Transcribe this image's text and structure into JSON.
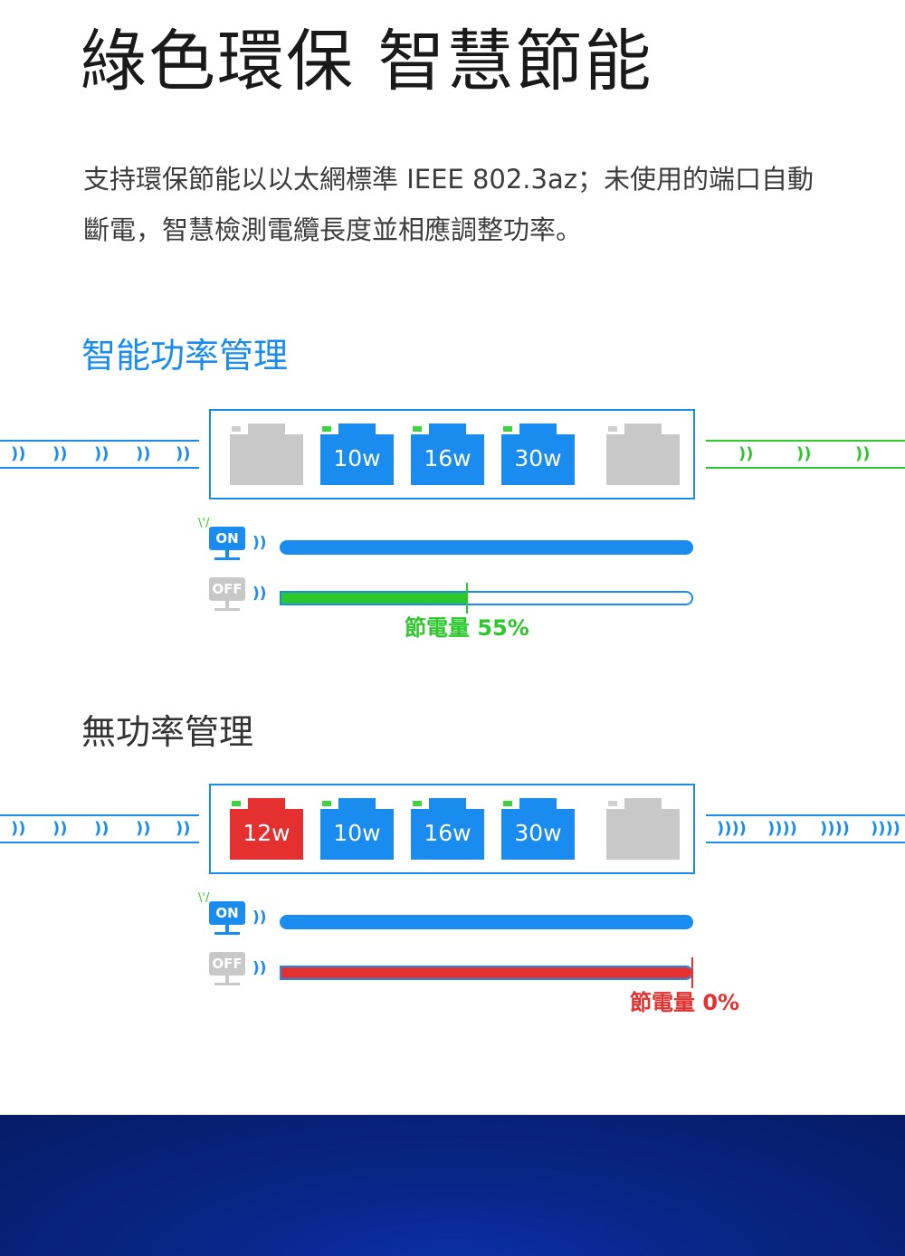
{
  "header": {
    "title": "綠色環保 智慧節能",
    "intro": "支持環保節能以以太網標準 IEEE 802.3az；未使用的端口自動斷電，智慧檢測電纜長度並相應調整功率。"
  },
  "smart_section": {
    "title": "智能功率管理",
    "title_color": "#1a8cf0",
    "ports": [
      {
        "state": "idle",
        "watt": ""
      },
      {
        "state": "active",
        "watt": "10w"
      },
      {
        "state": "active",
        "watt": "16w"
      },
      {
        "state": "active",
        "watt": "30w"
      },
      {
        "state": "idle",
        "watt": ""
      }
    ],
    "on_label": "ON",
    "off_label": "OFF",
    "savings_label": "節電量 55%",
    "savings_fraction": 0.45,
    "savings_color": "#2cc82c"
  },
  "no_mgmt_section": {
    "title": "無功率管理",
    "ports": [
      {
        "state": "waste",
        "watt": "12w"
      },
      {
        "state": "active",
        "watt": "10w"
      },
      {
        "state": "active",
        "watt": "16w"
      },
      {
        "state": "active",
        "watt": "30w"
      },
      {
        "state": "idle",
        "watt": ""
      }
    ],
    "on_label": "ON",
    "off_label": "OFF",
    "savings_label": "節電量 0%",
    "savings_fraction": 1.0,
    "savings_color": "#e53030"
  },
  "icons": {
    "wave_glyph": "))",
    "signal_glyph": "))",
    "spark_glyph": "\\'/"
  },
  "colors": {
    "blue": "#1a8cf0",
    "green": "#2cc82c",
    "red": "#e53030",
    "gray": "#c8c8c8",
    "navy": "#061c66"
  }
}
